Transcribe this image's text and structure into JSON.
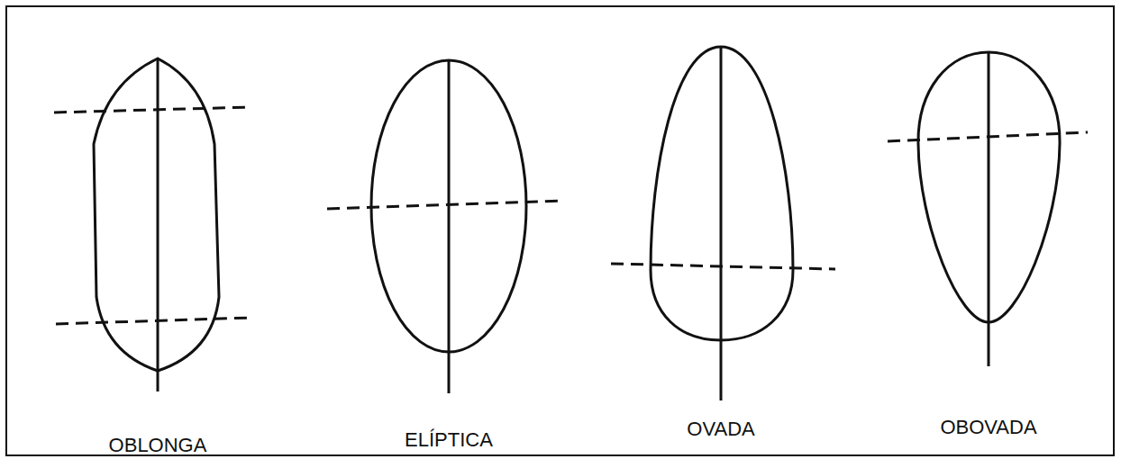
{
  "diagram": {
    "labels": [
      "OBLONGA",
      "ELÍPTICA",
      "OVADA",
      "OBOVADA"
    ]
  }
}
